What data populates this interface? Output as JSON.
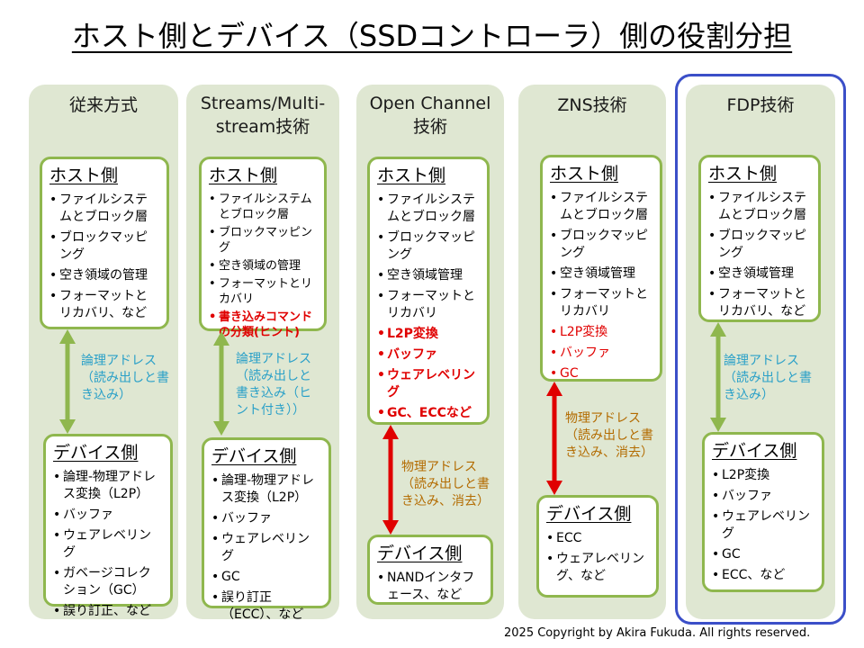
{
  "title": "ホスト側とデバイス（SSDコントローラ）側の役割分担",
  "copyright": "2025 Copyright by Akira Fukuda. All rights reserved.",
  "columns": [
    {
      "heading": "従来方式",
      "host": {
        "title": "ホスト側",
        "items": [
          "ファイルシステムとブロック層",
          "ブロックマッピング",
          "空き領域の管理",
          "フォーマットとリカバリ、など"
        ]
      },
      "arrow_label": "論理アドレス\n（読み出しと書き込み）",
      "device": {
        "title": "デバイス側",
        "items": [
          "論理-物理アドレス変換（L2P）",
          "バッファ",
          "ウェアレベリング",
          "ガベージコレクション（GC）",
          "誤り訂正、など"
        ]
      }
    },
    {
      "heading": "Streams/Multi-\nstream技術",
      "host": {
        "title": "ホスト側",
        "items": [
          "ファイルシステムとブロック層",
          "ブロックマッピング",
          "空き領域の管理",
          "フォーマットとリカバリ"
        ],
        "red_items": [
          "書き込みコマンドの分類(ヒント)"
        ]
      },
      "arrow_label": "論理アドレス\n（読み出しと\n書き込み（ヒ\nント付き））",
      "device": {
        "title": "デバイス側",
        "items": [
          "論理-物理アドレス変換（L2P）",
          "バッファ",
          "ウェアレベリング",
          "GC",
          "誤り訂正（ECC）、など"
        ]
      }
    },
    {
      "heading": "Open Channel\n技術",
      "host": {
        "title": "ホスト側",
        "items": [
          "ファイルシステムとブロック層",
          "ブロックマッピング",
          "空き領域管理",
          "フォーマットとリカバリ"
        ],
        "red_items": [
          "L2P変換",
          "バッファ",
          "ウェアレベリング",
          "GC、ECCなど"
        ]
      },
      "arrow_label": "物理アドレス\n（読み出しと書\nき込み、消去）",
      "device": {
        "title": "デバイス側",
        "items": [
          "NANDインタフェース、など"
        ]
      }
    },
    {
      "heading": "ZNS技術",
      "host": {
        "title": "ホスト側",
        "items": [
          "ファイルシステムとブロック層",
          "ブロックマッピング",
          "空き領域管理",
          "フォーマットとリカバリ"
        ],
        "red_items": [
          "L2P変換",
          "バッファ",
          "GC"
        ]
      },
      "arrow_label": "物理アドレス\n（読み出しと書\nき込み、消去）",
      "device": {
        "title": "デバイス側",
        "items": [
          "ECC",
          "ウェアレベリング、など"
        ]
      }
    },
    {
      "heading": "FDP技術",
      "host": {
        "title": "ホスト側",
        "items": [
          "ファイルシステムとブロック層",
          "ブロックマッピング",
          "空き領域管理",
          "フォーマットとリカバリ、など"
        ]
      },
      "arrow_label": "論理アドレス\n（読み出しと書\nき込み）",
      "device": {
        "title": "デバイス側",
        "items": [
          "L2P変換",
          "バッファ",
          "ウェアレベリング",
          "GC",
          "ECC、など"
        ]
      }
    }
  ],
  "colors": {
    "green_arrow": "#8fb74e",
    "red_arrow": "#e00000",
    "frame_blue": "#3b4fc8",
    "column_bg": "#dfe7d2"
  }
}
